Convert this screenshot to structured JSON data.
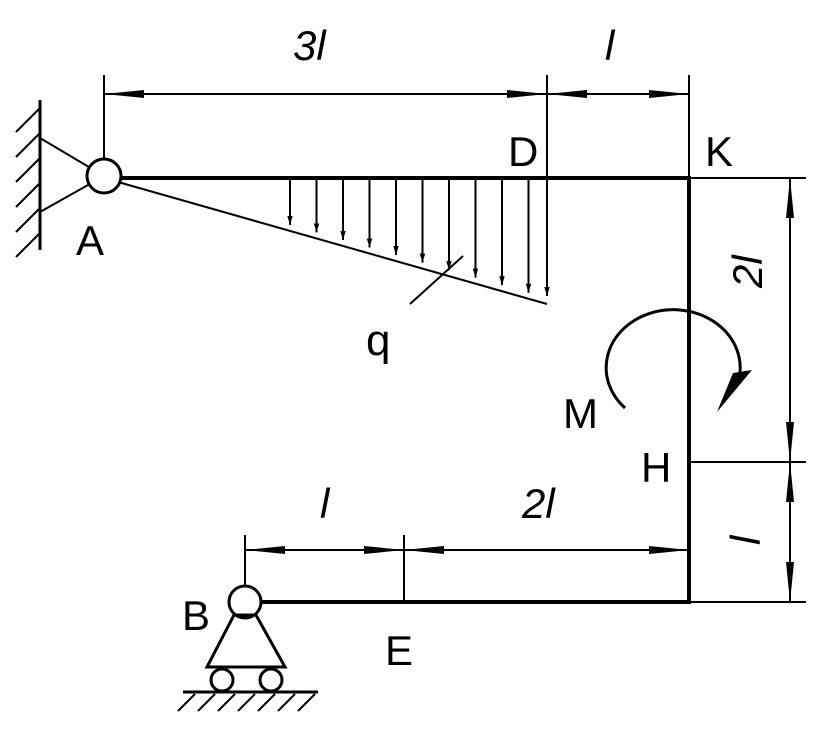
{
  "points": {
    "A": "A",
    "B": "B",
    "D": "D",
    "E": "E",
    "H": "H",
    "K": "K"
  },
  "loads": {
    "q": "q",
    "M": "M"
  },
  "dimensions": {
    "top_AD": "3l",
    "top_DK": "l",
    "right_KH": "2l",
    "right_HC": "l",
    "bottom_BE": "l",
    "bottom_EC": "2l"
  },
  "load_arrow_count": 10
}
